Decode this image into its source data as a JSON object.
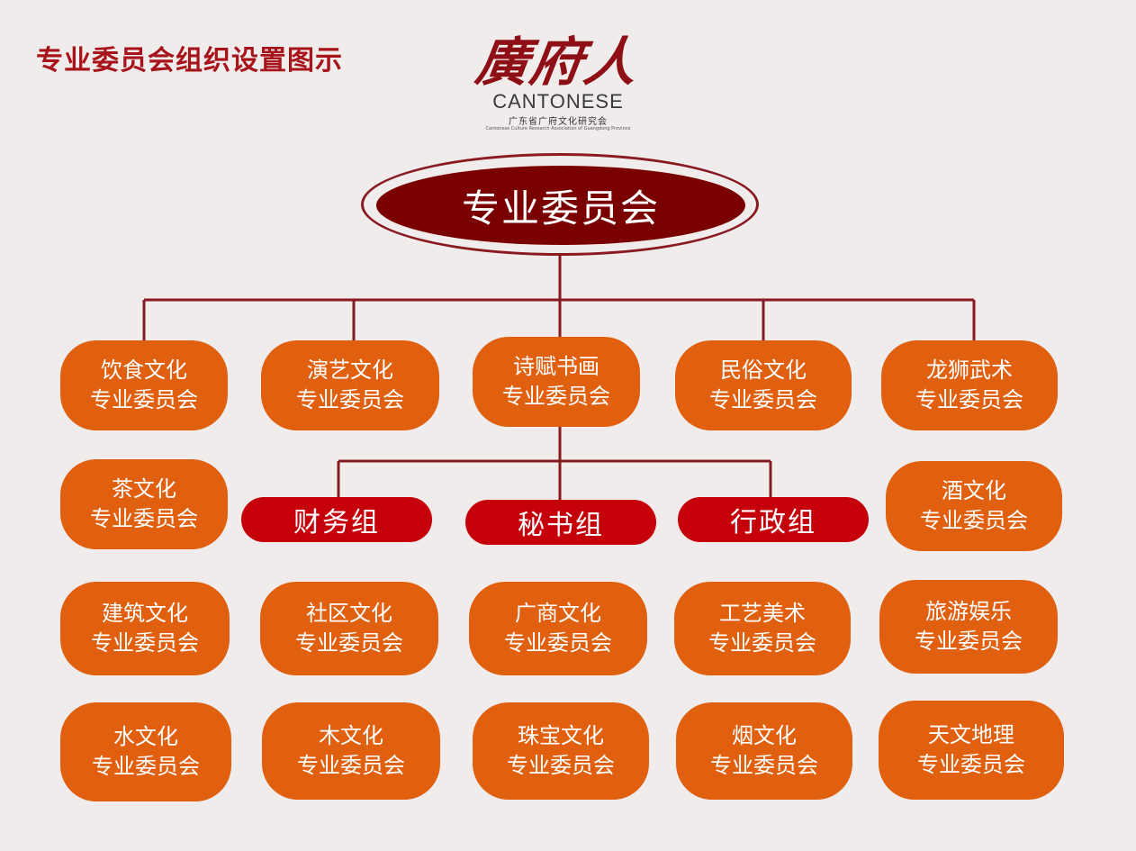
{
  "page_title": "专业委员会组织设置图示",
  "logo": {
    "calligraphy": "廣府人",
    "english": "CANTONESE",
    "chinese_sub": "广东省广府文化研究会",
    "english_sub": "Cantonese Culture Research Association of Guangdong Province"
  },
  "root": "专业委员会",
  "groups": [
    "财务组",
    "秘书组",
    "行政组"
  ],
  "committees": [
    {
      "name": "饮食文化",
      "suffix": "专业委员会"
    },
    {
      "name": "演艺文化",
      "suffix": "专业委员会"
    },
    {
      "name": "诗赋书画",
      "suffix": "专业委员会"
    },
    {
      "name": "民俗文化",
      "suffix": "专业委员会"
    },
    {
      "name": "龙狮武术",
      "suffix": "专业委员会"
    },
    {
      "name": "茶文化",
      "suffix": "专业委员会"
    },
    {
      "name": "酒文化",
      "suffix": "专业委员会"
    },
    {
      "name": "建筑文化",
      "suffix": "专业委员会"
    },
    {
      "name": "社区文化",
      "suffix": "专业委员会"
    },
    {
      "name": "广商文化",
      "suffix": "专业委员会"
    },
    {
      "name": "工艺美术",
      "suffix": "专业委员会"
    },
    {
      "name": "旅游娱乐",
      "suffix": "专业委员会"
    },
    {
      "name": "水文化",
      "suffix": "专业委员会"
    },
    {
      "name": "木文化",
      "suffix": "专业委员会"
    },
    {
      "name": "珠宝文化",
      "suffix": "专业委员会"
    },
    {
      "name": "烟文化",
      "suffix": "专业委员会"
    },
    {
      "name": "天文地理",
      "suffix": "专业委员会"
    }
  ],
  "colors": {
    "title": "#a8141b",
    "root_fill": "#7a0000",
    "node_fill": "#e06010",
    "group_fill": "#c5000b",
    "connector": "#8a1a22",
    "background": "#efeceb"
  }
}
